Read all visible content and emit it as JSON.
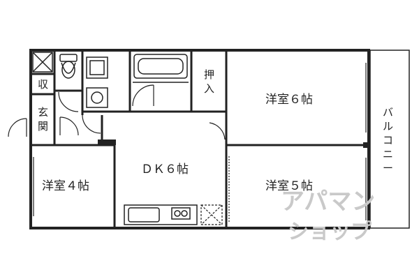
{
  "rooms": {
    "western_6": "洋室６帖",
    "western_5": "洋室５帖",
    "western_4": "洋室４帖",
    "dk_6": "ＤＫ６帖"
  },
  "vertical_labels": {
    "closet": [
      "押",
      "入"
    ],
    "storage": [
      "収"
    ],
    "entrance": [
      "玄",
      "関"
    ],
    "balcony": [
      "バ",
      "ル",
      "コ",
      "ニ",
      "ー"
    ]
  },
  "watermark": {
    "line1": "アパマン",
    "line2": "ショップ"
  },
  "colors": {
    "wall": "#222222",
    "background": "#ffffff",
    "watermark": "#c9c9c9"
  }
}
